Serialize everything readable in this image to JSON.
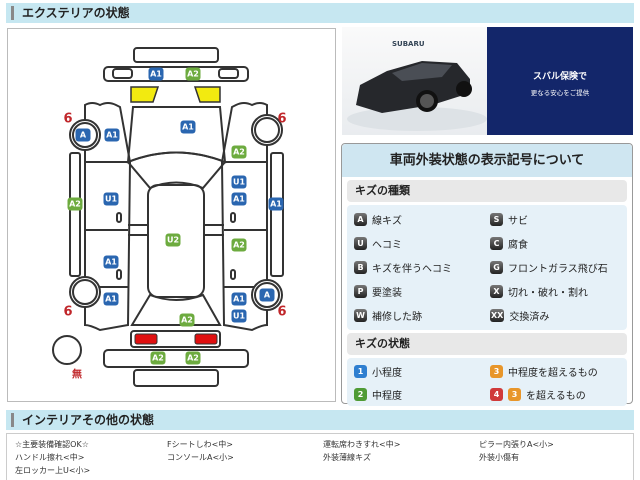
{
  "exterior_header": "エクステリアの状態",
  "interior_header": "インテリアその他の状態",
  "diagram": {
    "badges": [
      {
        "label": "A1",
        "color": "blue"
      },
      {
        "label": "A2",
        "color": "green"
      },
      {
        "label": "A1",
        "color": "blue"
      },
      {
        "label": "A",
        "color": "blue"
      },
      {
        "label": "A1",
        "color": "blue"
      },
      {
        "label": "A2",
        "color": "green"
      },
      {
        "label": "A2",
        "color": "green"
      },
      {
        "label": "U1",
        "color": "blue"
      },
      {
        "label": "U1",
        "color": "blue"
      },
      {
        "label": "A1",
        "color": "blue"
      },
      {
        "label": "A1",
        "color": "blue"
      },
      {
        "label": "U2",
        "color": "green"
      },
      {
        "label": "A2",
        "color": "green"
      },
      {
        "label": "A1",
        "color": "blue"
      },
      {
        "label": "A1",
        "color": "blue"
      },
      {
        "label": "A",
        "color": "blue"
      },
      {
        "label": "A1",
        "color": "blue"
      },
      {
        "label": "U1",
        "color": "blue"
      },
      {
        "label": "A2",
        "color": "green"
      },
      {
        "label": "A2",
        "color": "green"
      },
      {
        "label": "A2",
        "color": "green"
      }
    ],
    "tire_fl": "6",
    "tire_fr": "6",
    "tire_rl": "6",
    "tire_rr": "6",
    "spare": "無"
  },
  "ad": {
    "brand": "SUBARU",
    "line1": "スバル保険で",
    "line2": "更なる安心をご提供"
  },
  "legend": {
    "title": "車両外装状態の表示記号について",
    "types_title": "キズの種類",
    "types": [
      {
        "code": "A",
        "label": "線キズ"
      },
      {
        "code": "S",
        "label": "サビ"
      },
      {
        "code": "U",
        "label": "ヘコミ"
      },
      {
        "code": "C",
        "label": "腐食"
      },
      {
        "code": "B",
        "label": "キズを伴うヘコミ"
      },
      {
        "code": "G",
        "label": "フロントガラス飛び石"
      },
      {
        "code": "P",
        "label": "要塗装"
      },
      {
        "code": "X",
        "label": "切れ・破れ・割れ"
      },
      {
        "code": "W",
        "label": "補修した跡"
      },
      {
        "code": "XX",
        "label": "交換済み"
      }
    ],
    "levels_title": "キズの状態",
    "levels": [
      {
        "code": "1",
        "label": "小程度",
        "color": "#2f7fd0"
      },
      {
        "code": "3",
        "label": "中程度を超えるもの",
        "color": "#e8962a"
      },
      {
        "code": "2",
        "label": "中程度",
        "color": "#4f9b35"
      },
      {
        "code": "4",
        "code2": "3",
        "label": "を超えるもの",
        "color": "#d03a3a",
        "color2": "#e8962a"
      }
    ]
  },
  "interior": [
    "☆主要装備確認OK☆",
    "Fシートしわ<中>",
    "運転席わきすれ<中>",
    "ピラー内張りA<小>",
    "ハンドル擦れ<中>",
    "コンソールA<小>",
    "外装薄線キズ",
    "外装小傷有",
    "左ロッカー上U<小>"
  ]
}
